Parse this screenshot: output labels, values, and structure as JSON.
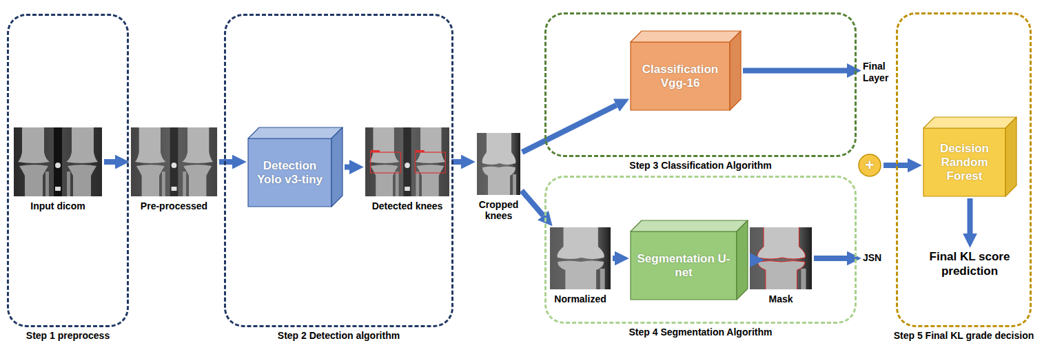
{
  "diagram": {
    "nodes": [
      {
        "text": [
          "Step 1 preprocess"
        ]
      },
      {
        "text": [
          "Input dicom"
        ],
        "in": 0
      },
      {
        "text": [
          "Pre-processed"
        ]
      },
      {
        "text": [
          "Step 2 Detection algorithm"
        ]
      },
      {
        "text": [
          "Detection Yolo v3-tiny"
        ],
        "in": 3
      },
      {
        "text": [
          "Detected knees"
        ],
        "in": 3
      },
      {
        "text": [
          "Cropped knees"
        ]
      },
      {
        "text": [
          "Step 3 Classification Algorithm"
        ]
      },
      {
        "text": [
          "Classification Vgg-16"
        ],
        "in": 7
      },
      {
        "text": [
          "Final Layer"
        ]
      },
      {
        "text": [
          "+"
        ]
      },
      {
        "text": [
          "Step 4 Segmentation Algorithm"
        ]
      },
      {
        "text": [
          "Normalized"
        ],
        "in": 11
      },
      {
        "text": [
          "Segmentation U-net"
        ],
        "in": 11
      },
      {
        "text": [
          "Mask"
        ],
        "in": 11
      },
      {
        "text": [
          "JSN"
        ]
      },
      {
        "text": [
          "Step 5 Final KL grade decision"
        ]
      },
      {
        "text": [
          "Decision Random Forest"
        ],
        "in": 16
      },
      {
        "text": [
          "Final KL score prediction"
        ],
        "in": 16
      }
    ],
    "edges": [
      {
        "from": 1,
        "to": 2,
        "arrow": "to"
      },
      {
        "from": 2,
        "to": 4,
        "arrow": "to"
      },
      {
        "from": 4,
        "to": 5,
        "arrow": "to"
      },
      {
        "from": 5,
        "to": 6,
        "arrow": "to"
      },
      {
        "from": 6,
        "to": 8,
        "arrow": "to"
      },
      {
        "from": 6,
        "to": 12,
        "arrow": "to"
      },
      {
        "from": 8,
        "to": 9,
        "arrow": "to"
      },
      {
        "from": 12,
        "to": 13,
        "arrow": "to"
      },
      {
        "from": 13,
        "to": 14,
        "arrow": "to"
      },
      {
        "from": 14,
        "to": 15,
        "arrow": "to"
      },
      {
        "from": 10,
        "to": 17,
        "arrow": "to"
      },
      {
        "from": 17,
        "to": 18,
        "arrow": "to"
      }
    ]
  }
}
